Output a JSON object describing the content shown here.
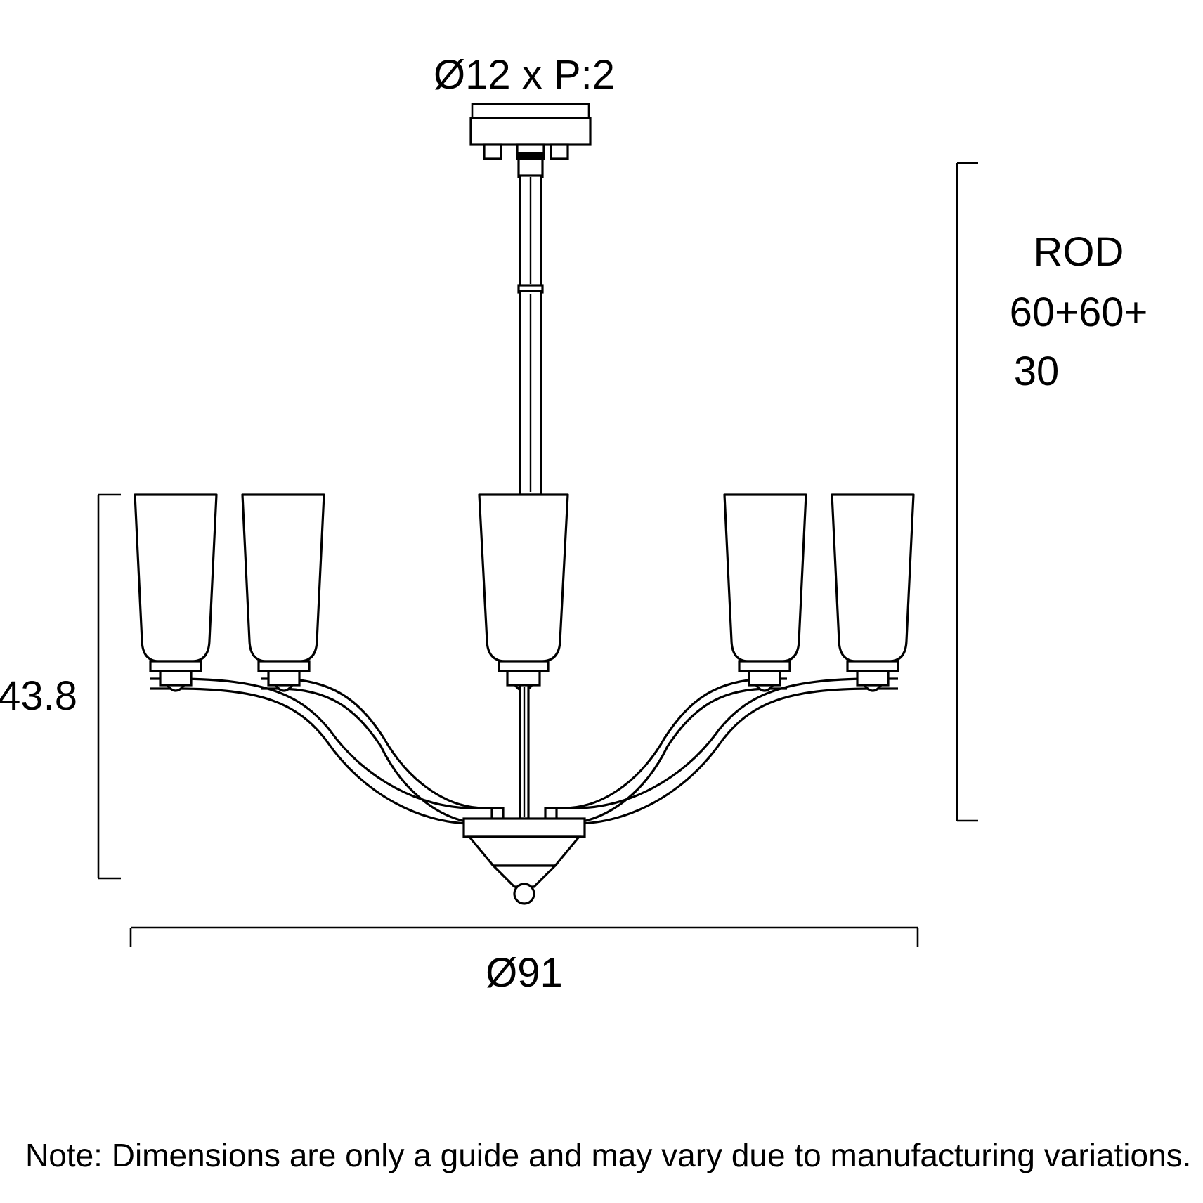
{
  "drawing": {
    "title_label": "Ø12 x P:2",
    "rod_label_line1": "ROD",
    "rod_label_line2": "60+60+",
    "rod_label_line3": "30",
    "height_label": "43.8",
    "diameter_label": "Ø91",
    "note": "Note: Dimensions are only a guide and may vary due to manufacturing variations.",
    "colors": {
      "background": "#ffffff",
      "line": "#000000",
      "text": "#000000"
    },
    "product": {
      "type": "chandelier",
      "shade_count": 5,
      "arms_per_side": 2,
      "center_shade": 1
    }
  }
}
